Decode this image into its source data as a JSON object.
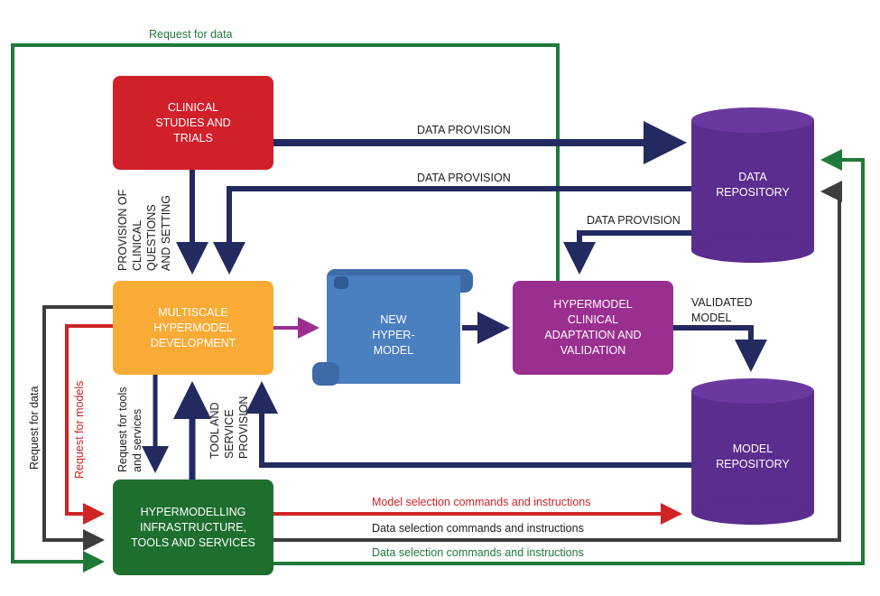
{
  "colors": {
    "navy": "#232a60",
    "green": "#1f7a3a",
    "red": "#d02424",
    "gray": "#3d3d3d",
    "purple": "#6e2f91",
    "magenta": "#9a2f8f",
    "clinical_red": "#d0202a",
    "orange": "#f9ab35",
    "dark_green": "#1e6e2e",
    "scroll_blue": "#4a7fc0"
  },
  "nodes": {
    "clinical": "CLINICAL\nSTUDIES AND\nTRIALS",
    "multiscale": "MULTISCALE\nHYPERMODEL\nDEVELOPMENT",
    "hypermodel": "NEW\nHYPER-\nMODEL",
    "adaptation": "HYPERMODEL\nCLINICAL\nADAPTATION AND\nVALIDATION",
    "infrastructure": "HYPERMODELLING\nINFRASTRUCTURE,\nTOOLS AND SERVICES",
    "data_repo": "DATA\nREPOSITORY",
    "model_repo": "MODEL\nREPOSITORY"
  },
  "labels": {
    "request_for_data_top": "Request for data",
    "data_provision_1": "DATA PROVISION",
    "data_provision_2": "DATA PROVISION",
    "data_provision_3": "DATA PROVISION",
    "validated_model": "VALIDATED\nMODEL",
    "provision_questions": "PROVISION OF\nCLINICAL\nQUESTIONS\nAND SETTING",
    "request_for_data_left": "Request for data",
    "request_for_models": "Request for models",
    "request_tools": "Request for tools\nand services",
    "tool_service_provision": "TOOL AND\nSERVICE\nPROVISION",
    "model_selection": "Model selection commands and instructions",
    "data_selection_gray": "Data selection commands and instructions",
    "data_selection_green": "Data selection commands and instructions"
  }
}
